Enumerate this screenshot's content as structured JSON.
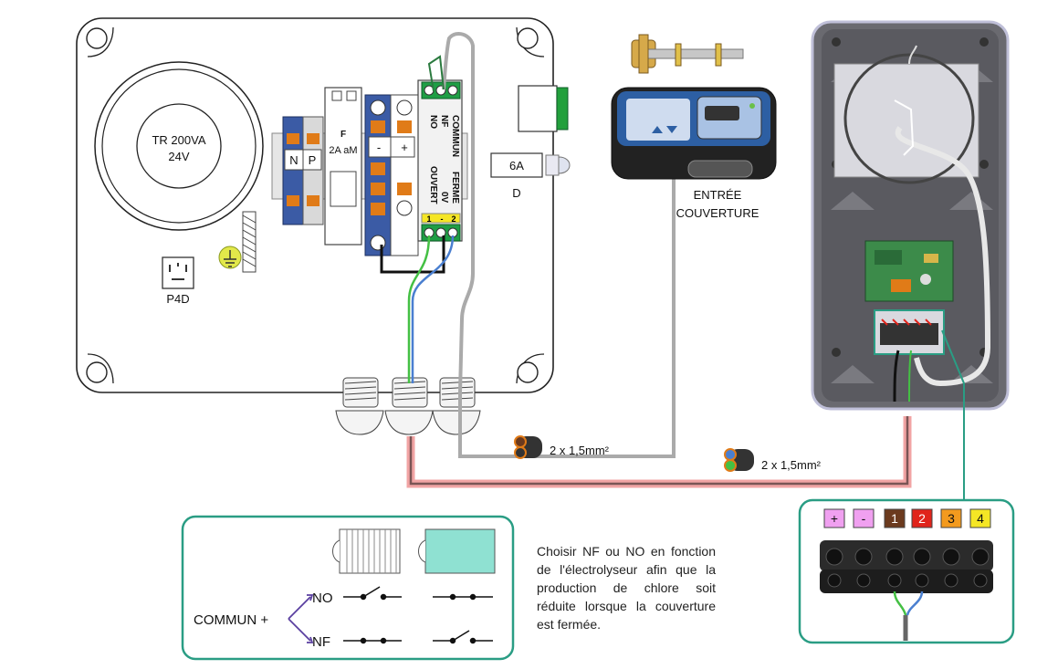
{
  "transformer": {
    "line1": "TR 200VA",
    "line2": "24V"
  },
  "terminals": {
    "n": "N",
    "p": "P"
  },
  "fuse": {
    "label": "F",
    "rating": "2A aM"
  },
  "power_terminals": {
    "minus": "-",
    "plus": "+"
  },
  "relay_top": {
    "no": "NO",
    "nf": "NF",
    "commun": "COMMUN"
  },
  "relay_bottom": {
    "ouvert": "OUVERT",
    "ov": "0V",
    "ferme": "FERME"
  },
  "relay_pins": {
    "pin1": "1",
    "dash": "-",
    "pin2": "2"
  },
  "breaker": {
    "rating": "6A",
    "curve": "D"
  },
  "socket": {
    "label": "P4D"
  },
  "cover_input": {
    "line1": "ENTRÉE",
    "line2": "COUVERTURE"
  },
  "cables": {
    "cable1": "2 x 1,5mm²",
    "cable2": "2 x 1,5mm²"
  },
  "legend": {
    "commun": "COMMUN +",
    "no": "NO",
    "nf": "NF"
  },
  "connector": {
    "labels": [
      "+",
      "-",
      "1",
      "2",
      "3",
      "4"
    ],
    "colors": [
      "#f0a0f0",
      "#f0a0f0",
      "#6b3a1e",
      "#e0241b",
      "#f39a1e",
      "#f5e625"
    ]
  },
  "note": "Choisir NF ou NO en fonction de l'électrolyseur afin que la production de chlore soit réduite lorsque la couverture est fermée.",
  "colors": {
    "teal_outline": "#2a9d84",
    "orange_contact": "#e07b18",
    "blue_terminal": "#3b5ba5",
    "relay_green": "#1f9e45"
  }
}
